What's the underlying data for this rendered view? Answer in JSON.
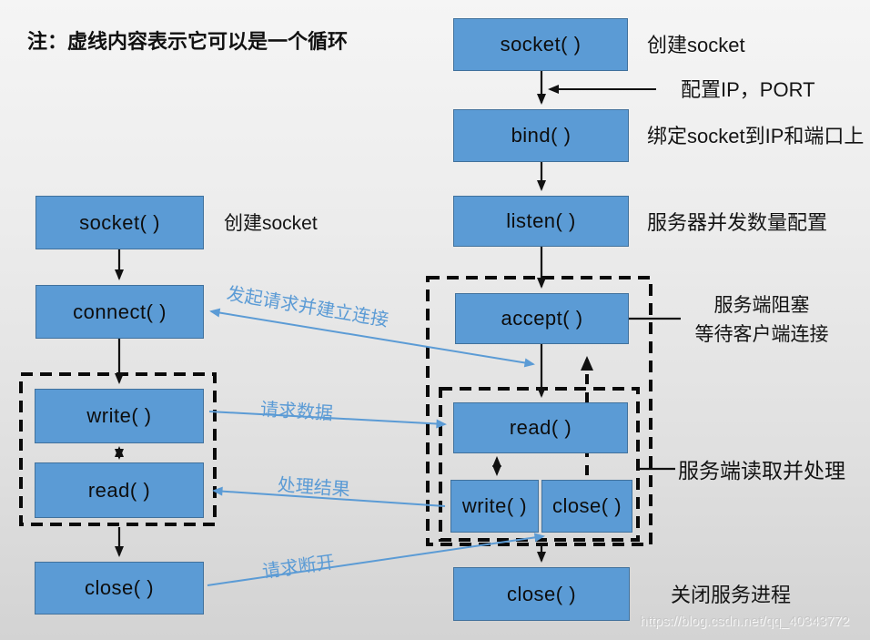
{
  "note": "注：虚线内容表示它可以是一个循环",
  "watermark": "https://blog.csdn.net/qq_40343772",
  "colors": {
    "box_fill": "#5B9BD5",
    "box_border": "#41719C",
    "arrow_black": "#111111"
  },
  "client": {
    "socket": "socket( )",
    "connect": "connect( )",
    "write": "write( )",
    "read": "read( )",
    "close": "close( )",
    "socket_note": "创建socket"
  },
  "server": {
    "socket": "socket( )",
    "bind": "bind( )",
    "listen": "listen( )",
    "accept": "accept( )",
    "read": "read( )",
    "write": "write( )",
    "close_loop": "close( )",
    "close_final": "close( )",
    "notes": {
      "socket": "创建socket",
      "config": "配置IP，PORT",
      "bind": "绑定socket到IP和端口上",
      "listen": "服务器并发数量配置",
      "accept_line1": "服务端阻塞",
      "accept_line2": "等待客户端连接",
      "process": "服务端读取并处理",
      "close": "关闭服务进程"
    }
  },
  "flows": {
    "connect_accept": "发起请求并建立连接",
    "request_data": "请求数据",
    "process_result": "处理结果",
    "request_close": "请求断开"
  }
}
